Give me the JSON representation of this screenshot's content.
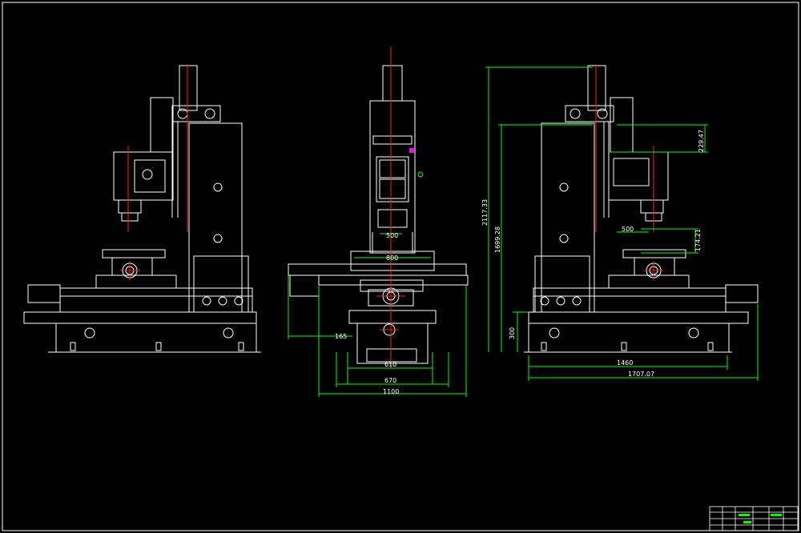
{
  "colors": {
    "background": "#000000",
    "outline": "#ffffff",
    "center_line": "#ff2020",
    "dimension": "#00ff00",
    "highlight": "#ff00ff",
    "title_block": "#ffffff"
  },
  "views": {
    "left_view": {},
    "front_view": {
      "dims": {
        "d_500": "500",
        "d_800": "800",
        "d_165": "165",
        "d_610": "610",
        "d_670": "670",
        "d_1100": "1100"
      }
    },
    "right_view": {
      "dims": {
        "d_2117": "2117.33",
        "d_1699": "1699.28",
        "d_229": "229.47",
        "d_174": "174.21",
        "d_300": "300",
        "d_500b": "500",
        "d_1460": "1460",
        "d_1707": "1707.07"
      }
    }
  }
}
